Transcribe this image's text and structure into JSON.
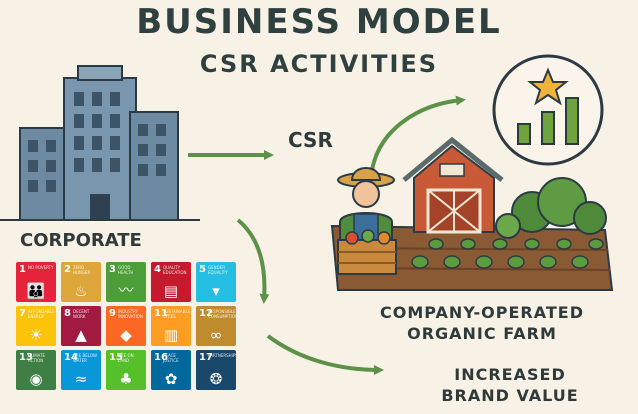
{
  "title": "BUSINESS MODEL",
  "subtitle": "CSR ACTIVITIES",
  "labels": {
    "corporate": "CORPORATE",
    "csr": "CSR",
    "farm_line1": "COMPANY-OPERATED",
    "farm_line2": "ORGANIC FARM",
    "brand_line1": "INCREASED",
    "brand_line2": "BRAND VALUE"
  },
  "colors": {
    "background": "#f7f1e6",
    "arrow": "#5b9148",
    "building": "#5f7d96",
    "barn": "#c95a37",
    "star": "#f0b43a",
    "bars": "#6fa33d"
  },
  "sdg_tiles": [
    {
      "num": "1",
      "text": "NO POVERTY",
      "color": "#e5243b",
      "icon": "people-icon",
      "glyph": "👪"
    },
    {
      "num": "2",
      "text": "ZERO HUNGER",
      "color": "#dda63a",
      "icon": "bowl-icon",
      "glyph": "♨"
    },
    {
      "num": "3",
      "text": "GOOD HEALTH",
      "color": "#4c9f38",
      "icon": "heartbeat-icon",
      "glyph": "〰"
    },
    {
      "num": "4",
      "text": "QUALITY EDUCATION",
      "color": "#c5192d",
      "icon": "book-icon",
      "glyph": "▤"
    },
    {
      "num": "5",
      "text": "GENDER EQUALITY",
      "color": "#26bde2",
      "icon": "water-icon",
      "glyph": "▾"
    },
    {
      "num": "7",
      "text": "AFFORDABLE ENERGY",
      "color": "#fcc30b",
      "icon": "sun-icon",
      "glyph": "☀"
    },
    {
      "num": "8",
      "text": "DECENT WORK",
      "color": "#a21942",
      "icon": "growth-icon",
      "glyph": "▲"
    },
    {
      "num": "9",
      "text": "INDUSTRY INNOVATION",
      "color": "#fd6925",
      "icon": "cubes-icon",
      "glyph": "◆"
    },
    {
      "num": "11",
      "text": "SUSTAINABLE CITIES",
      "color": "#fd9d24",
      "icon": "city-icon",
      "glyph": "▥"
    },
    {
      "num": "12",
      "text": "RESPONSIBLE CONSUMPTION",
      "color": "#bf8b2e",
      "icon": "infinity-icon",
      "glyph": "∞"
    },
    {
      "num": "13",
      "text": "CLIMATE ACTION",
      "color": "#3f7e44",
      "icon": "eye-icon",
      "glyph": "◉"
    },
    {
      "num": "14",
      "text": "LIFE BELOW WATER",
      "color": "#0a97d9",
      "icon": "fish-icon",
      "glyph": "≈"
    },
    {
      "num": "15",
      "text": "LIFE ON LAND",
      "color": "#56c02b",
      "icon": "tree-icon",
      "glyph": "♣"
    },
    {
      "num": "16",
      "text": "PEACE JUSTICE",
      "color": "#00689d",
      "icon": "dove-icon",
      "glyph": "✿"
    },
    {
      "num": "17",
      "text": "PARTNERSHIPS",
      "color": "#19486a",
      "icon": "circles-icon",
      "glyph": "❂"
    }
  ]
}
